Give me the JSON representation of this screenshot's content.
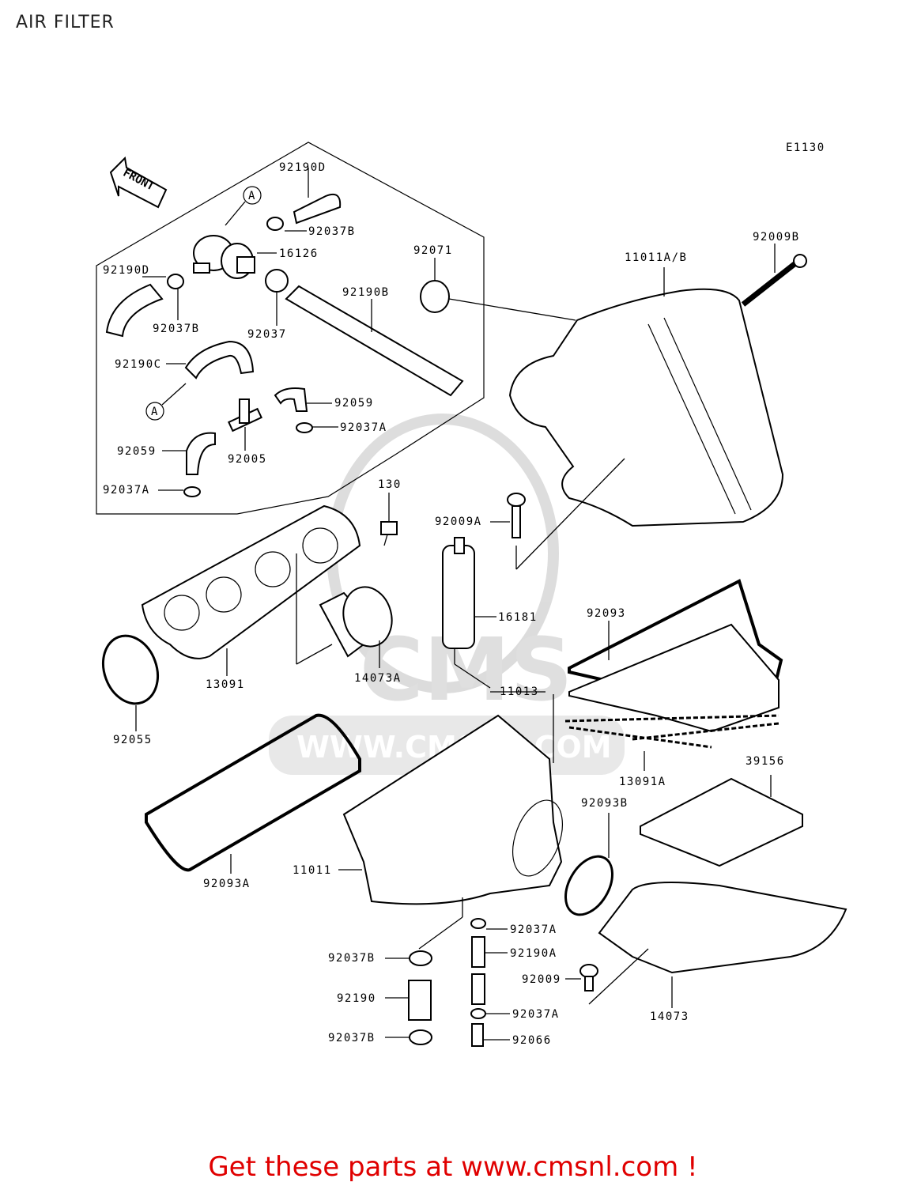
{
  "title": "AIR FILTER",
  "diagram_code": "E1130",
  "front_label": "FRONT",
  "ref_marker": "A",
  "watermark_text": "WWW.CMSNL.COM",
  "watermark_logo_text": "CMS",
  "footer": "Get these parts at www.cmsnl.com !",
  "colors": {
    "footer": "#e00000",
    "watermark": "#d9d9d9",
    "line": "#000000"
  },
  "labels": {
    "p92190D_top": "92190D",
    "p92037B_top": "92037B",
    "p16126": "16126",
    "p92190D_left": "92190D",
    "p92037B_left": "92037B",
    "p92037": "92037",
    "p92190B": "92190B",
    "p92190C": "92190C",
    "p92059_right": "92059",
    "p92037A_mid": "92037A",
    "p92005": "92005",
    "p92059_left": "92059",
    "p92037A_left": "92037A",
    "p92071": "92071",
    "p11011AB": "11011A/B",
    "p92009B": "92009B",
    "p130": "130",
    "p92009A": "92009A",
    "p16181": "16181",
    "p92093": "92093",
    "p13091": "13091",
    "p14073A": "14073A",
    "p11013": "11013",
    "p92055": "92055",
    "p13091A": "13091A",
    "p39156": "39156",
    "p92093B": "92093B",
    "p92093A": "92093A",
    "p11011": "11011",
    "p92037A_b1": "92037A",
    "p92037B_b1": "92037B",
    "p92190A": "92190A",
    "p92009": "92009",
    "p92190": "92190",
    "p92037A_b2": "92037A",
    "p14073": "14073",
    "p92037B_b2": "92037B",
    "p92066": "92066"
  }
}
